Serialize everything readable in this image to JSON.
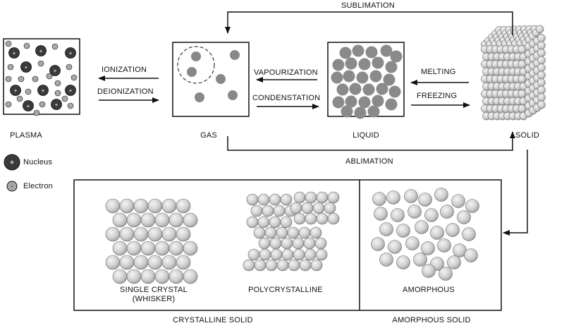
{
  "states": {
    "plasma": "PLASMA",
    "gas": "GAS",
    "liquid": "LIQUID",
    "solid": "SOLID"
  },
  "transitions": {
    "sublimation": "SUBLIMATION",
    "ionization": "IONIZATION",
    "deionization": "DEIONIZATION",
    "vapourization": "VAPOURIZATION",
    "condensation": "CONDENSTATION",
    "melting": "MELTING",
    "freezing": "FREEZING",
    "ablimation": "ABLIMATION"
  },
  "legend": {
    "nucleus": "Nucleus",
    "electron": "Electron",
    "nucleus_symbol": "+",
    "electron_symbol": "-"
  },
  "solid_types": {
    "single_crystal_line1": "SINGLE CRYSTAL",
    "single_crystal_line2": "(WHISKER)",
    "polycrystalline": "POLYCRYSTALLINE",
    "amorphous": "AMORPHOUS",
    "crystalline_solid": "CRYSTALLINE SOLID",
    "amorphous_solid": "AMORPHOUS SOLID"
  },
  "colors": {
    "stroke": "#111111",
    "liquid_particle": "#8a8a8a",
    "nucleus": "#3a3a3a",
    "electron": "#a8a8a8",
    "sphere_light": "#efefef",
    "sphere_dark": "#a9a9a9"
  }
}
